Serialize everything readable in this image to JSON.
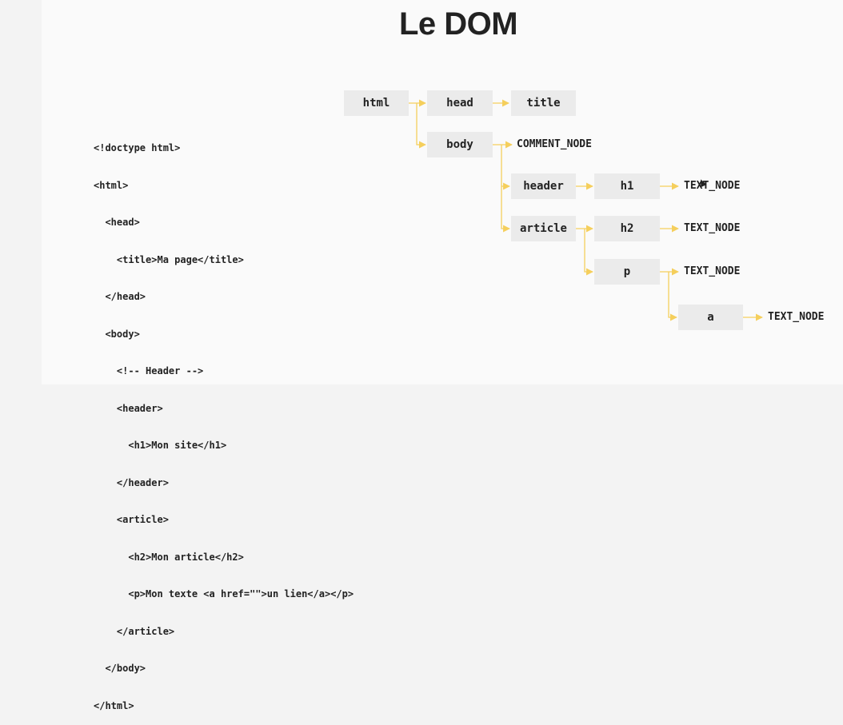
{
  "title": "Le DOM",
  "code_lines": [
    "<!doctype html>",
    "<html>",
    "  <head>",
    "    <title>Ma page</title>",
    "  </head>",
    "  <body>",
    "    <!-- Header -->",
    "    <header>",
    "      <h1>Mon site</h1>",
    "    </header>",
    "    <article>",
    "      <h2>Mon article</h2>",
    "      <p>Mon texte <a href=\"\">un lien</a></p>",
    "    </article>",
    "  </body>",
    "</html>"
  ],
  "tree": {
    "html": "html",
    "head": "head",
    "title": "title",
    "body": "body",
    "comment": "COMMENT_NODE",
    "header": "header",
    "h1": "h1",
    "h1_text": "TEXT_NODE",
    "article": "article",
    "h2": "h2",
    "h2_text": "TEXT_NODE",
    "p": "p",
    "p_text": "TEXT_NODE",
    "a": "a",
    "a_text": "TEXT_NODE"
  },
  "colors": {
    "connector": "#f5cf5c",
    "node_fill": "#ebebeb",
    "text": "#222222",
    "background": "#fafafa"
  }
}
